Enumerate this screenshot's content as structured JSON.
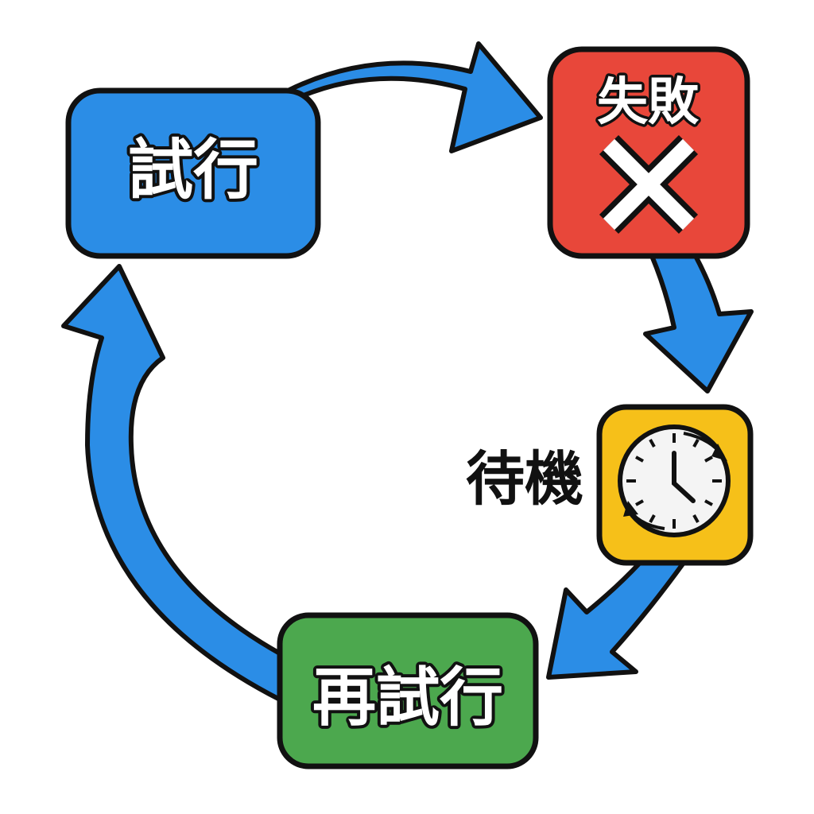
{
  "diagram": {
    "nodes": {
      "try": {
        "label": "試行",
        "color": "#2b8de6"
      },
      "fail": {
        "label": "失敗",
        "icon": "x-mark-icon",
        "color": "#e8473a"
      },
      "wait": {
        "label": "待機",
        "icon": "clock-icon",
        "color": "#f6c019"
      },
      "retry": {
        "label": "再試行",
        "color": "#4ca84e"
      }
    },
    "arrow_color": "#2b8de6",
    "edges": [
      {
        "from": "試行",
        "to": "失敗"
      },
      {
        "from": "失敗",
        "to": "待機"
      },
      {
        "from": "待機",
        "to": "再試行"
      },
      {
        "from": "再試行",
        "to": "試行"
      }
    ]
  }
}
